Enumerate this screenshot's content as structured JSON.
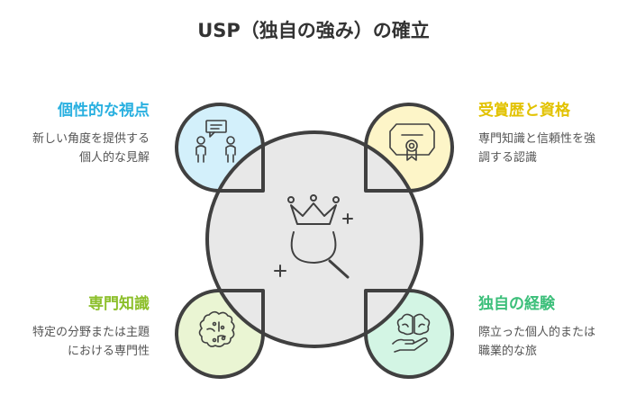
{
  "title": "USP（独自の強み）の確立",
  "items": [
    {
      "heading": "個性的な視点",
      "desc1": "新しい角度を提供する",
      "desc2": "個人的な見解",
      "color": "#29b0e0",
      "fill": "#d3f0fb",
      "icon": "people-chat-icon"
    },
    {
      "heading": "受賞歴と資格",
      "desc1": "専門知識と信頼性を強",
      "desc2": "調する認識",
      "color": "#e2c200",
      "fill": "#fdf5c8",
      "icon": "certificate-icon"
    },
    {
      "heading": "専門知識",
      "desc1": "特定の分野または主題",
      "desc2": "における専門性",
      "color": "#8cbf2a",
      "fill": "#eaf5d3",
      "icon": "brain-circuit-icon"
    },
    {
      "heading": "独自の経験",
      "desc1": "際立った個人的または",
      "desc2": "職業的な旅",
      "color": "#3cbf7a",
      "fill": "#d3f5e4",
      "icon": "brain-hand-icon"
    }
  ],
  "center": {
    "fill": "#e8e8e8",
    "icon": "crown-magnifier-icon"
  }
}
